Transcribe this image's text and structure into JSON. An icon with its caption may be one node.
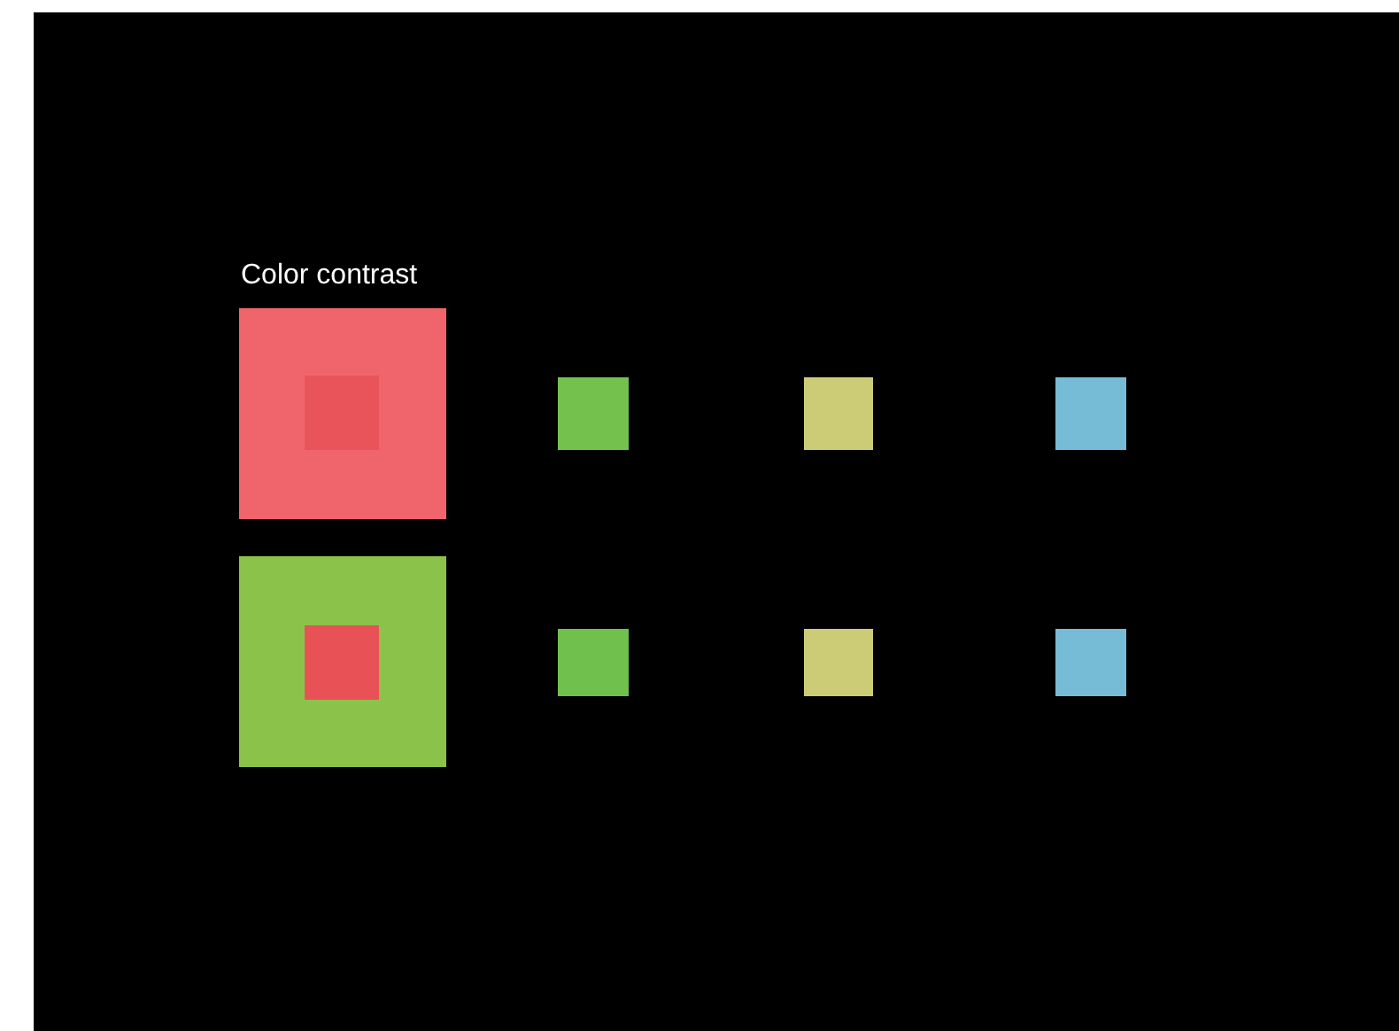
{
  "diagram": {
    "title": "Color contrast",
    "nodes": [
      {
        "text": [],
        "shape": "box"
      },
      {
        "text": [],
        "shape": "box",
        "in": 0
      },
      {
        "text": [],
        "shape": "box"
      },
      {
        "text": [],
        "shape": "box"
      },
      {
        "text": [],
        "shape": "box"
      },
      {
        "text": [],
        "shape": "box"
      },
      {
        "text": [],
        "shape": "box",
        "in": 5
      },
      {
        "text": [],
        "shape": "box"
      },
      {
        "text": [],
        "shape": "box"
      },
      {
        "text": [],
        "shape": "box"
      }
    ]
  }
}
